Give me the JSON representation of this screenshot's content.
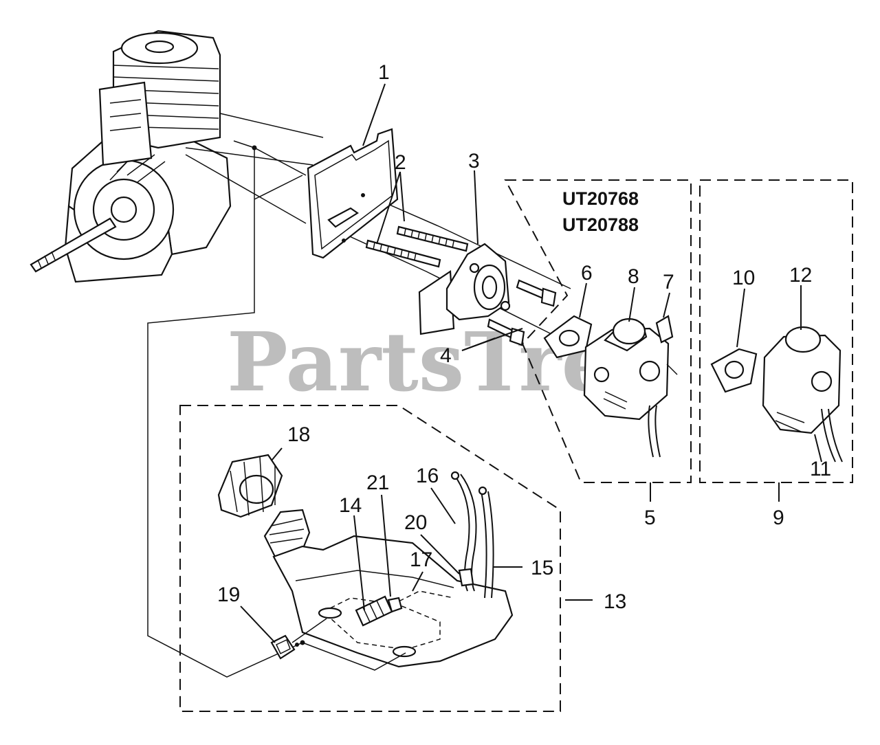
{
  "watermark": "PartsTree",
  "model_numbers": [
    "UT20768",
    "UT20788"
  ],
  "callouts": [
    "1",
    "2",
    "3",
    "4",
    "5",
    "6",
    "7",
    "8",
    "9",
    "10",
    "11",
    "12",
    "13",
    "14",
    "15",
    "16",
    "17",
    "18",
    "19",
    "20",
    "21"
  ],
  "icons": [
    "engine-block-drawing",
    "gasket-drawing",
    "spacer-drawing",
    "carburetor-drawing",
    "fuel-tank-drawing",
    "fuel-cap-drawing"
  ]
}
